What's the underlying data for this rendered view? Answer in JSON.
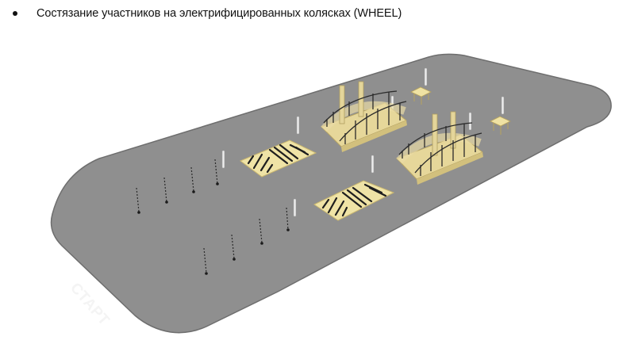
{
  "document": {
    "bullet_item": {
      "text": "Состязание участников на электрифицированных колясках (WHEEL)"
    }
  },
  "figure": {
    "description": "3D layout of wheelchair competition course",
    "start_label": "СТАРТ",
    "colors": {
      "track": "#8f8f8f",
      "track_edge": "#6e6e6e",
      "ramp": "#efe3a6",
      "ramp_stripes": "#1e1e1e",
      "bridge": "#e6d79a",
      "railing": "#2a2a2a",
      "pole": "#e8e8e8"
    },
    "elements": {
      "slalom_rows": 2,
      "slalom_poles_per_row": 4,
      "ramps": 2,
      "bridges": 2,
      "tables": 2
    }
  }
}
